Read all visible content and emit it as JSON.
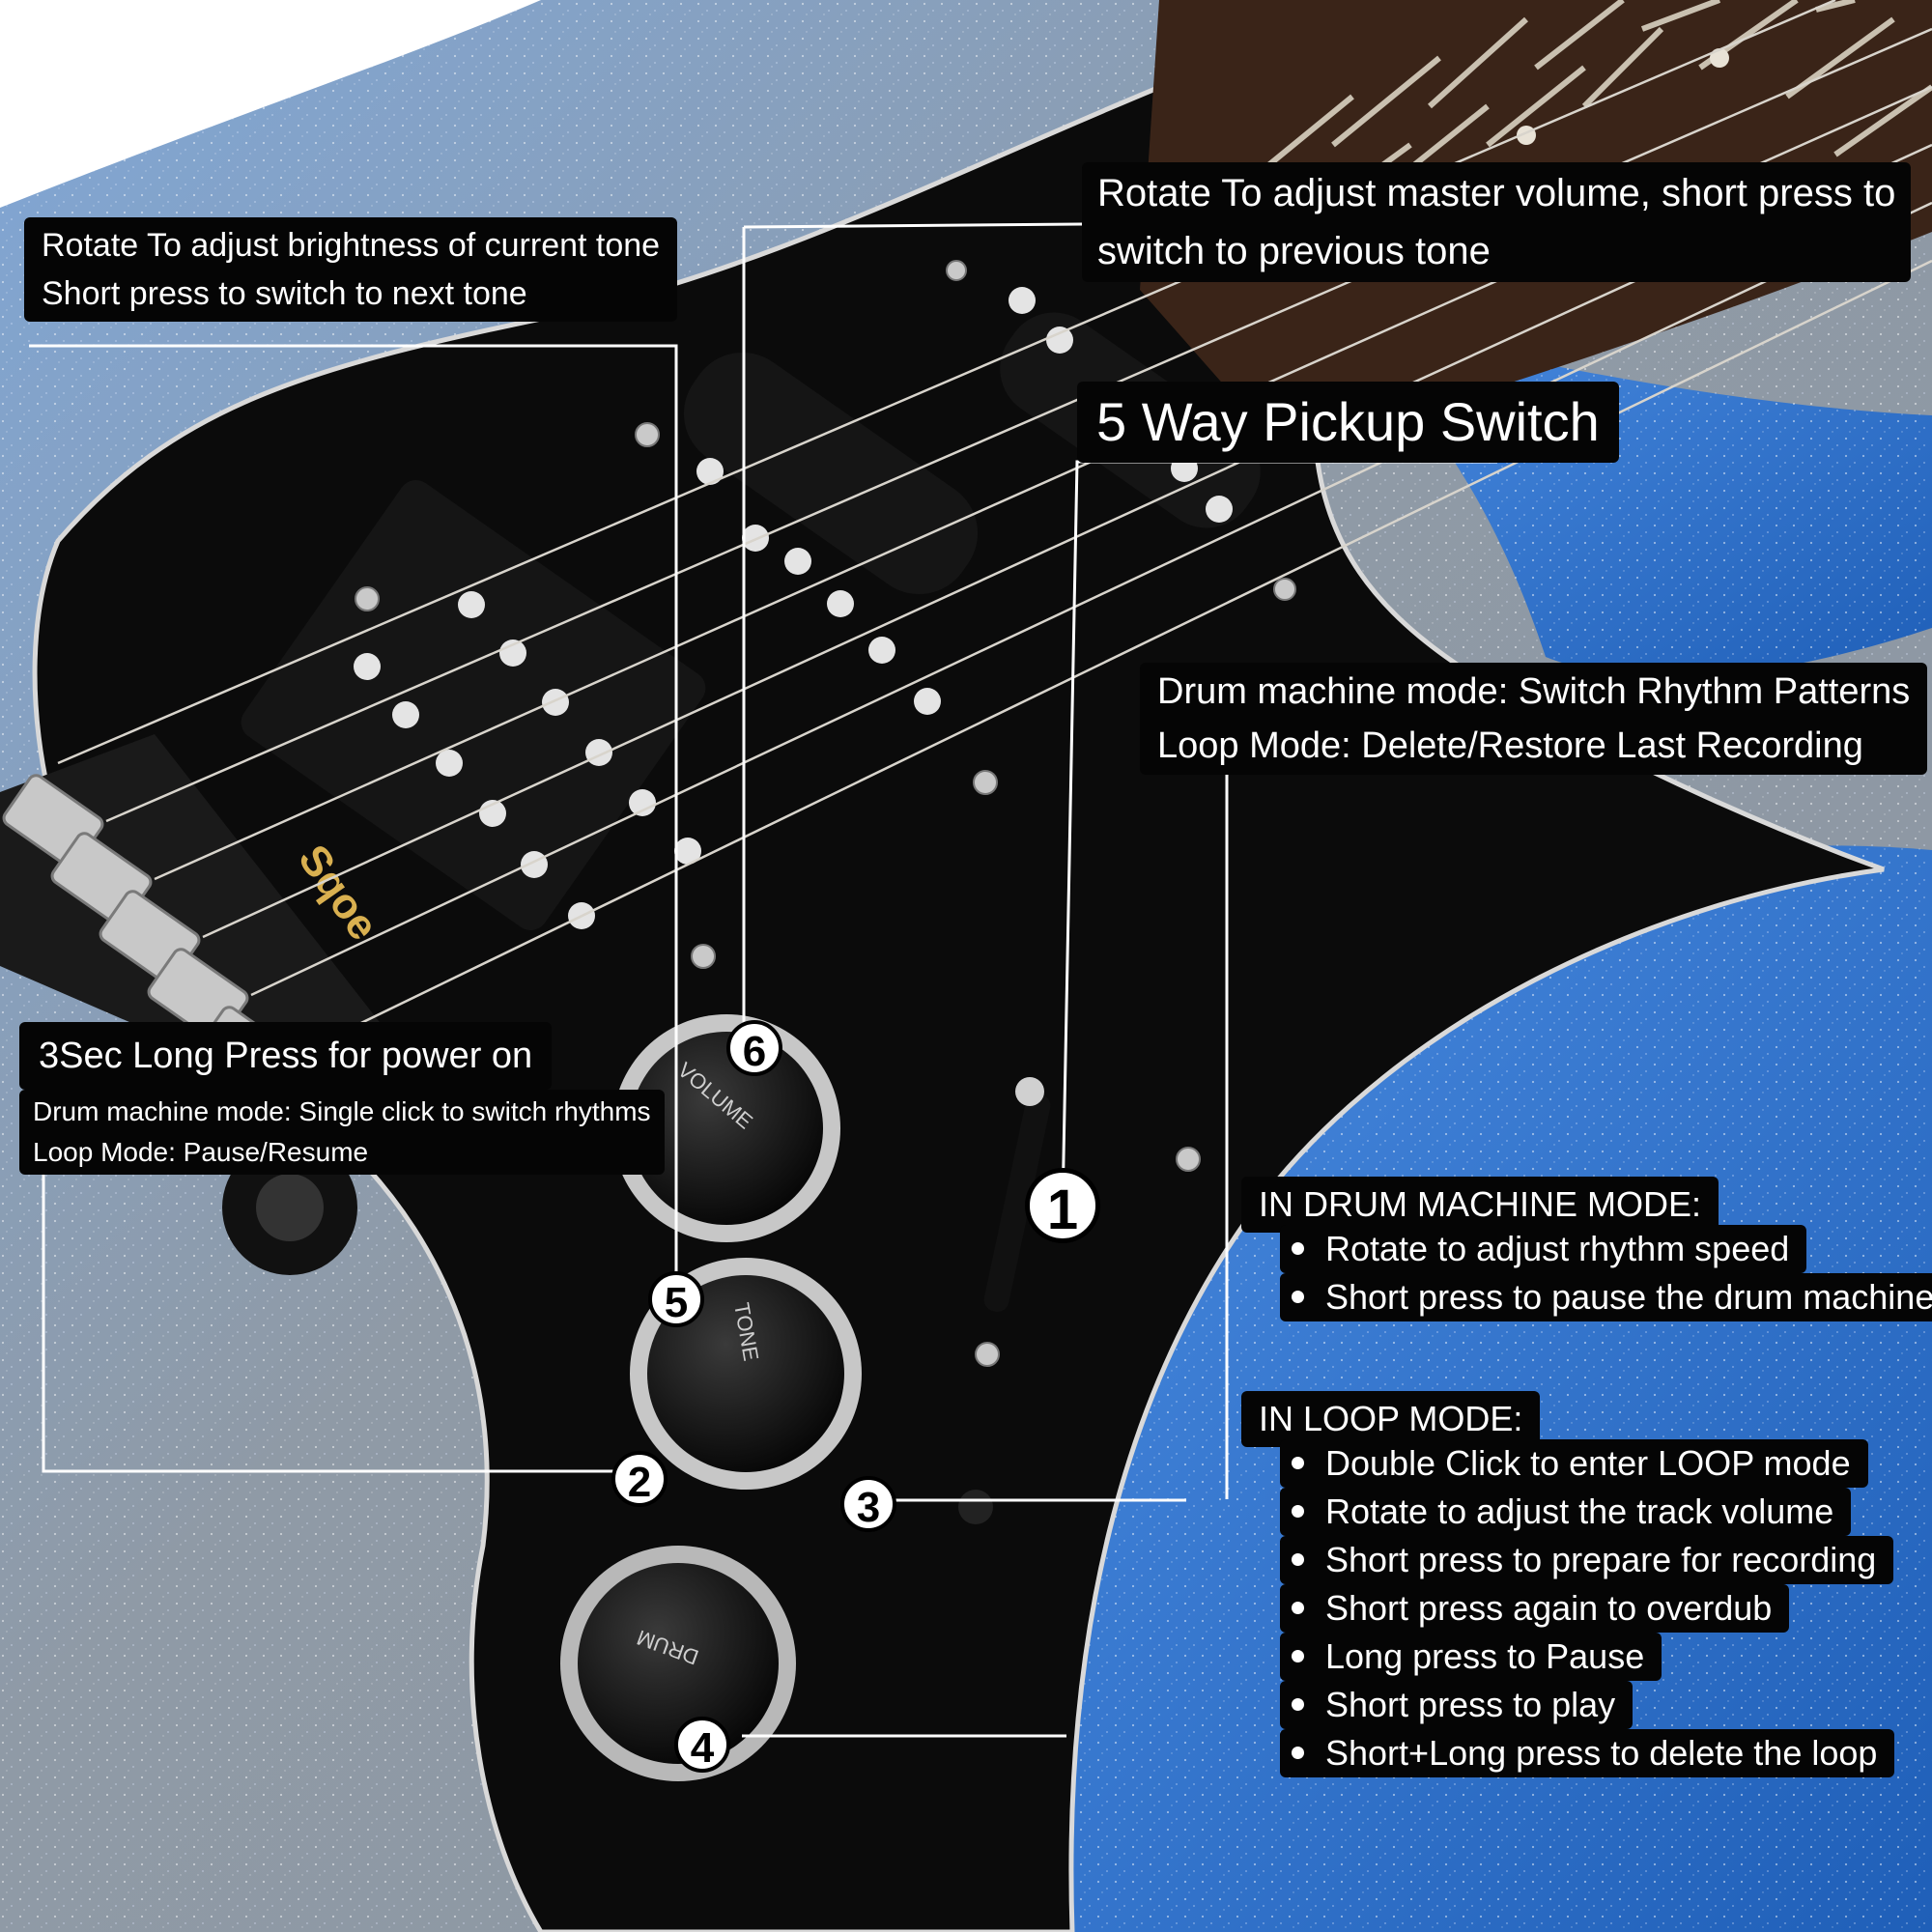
{
  "labels": {
    "brightness_line1": "Rotate To adjust brightness of current tone",
    "brightness_line2": "Short press to switch to next tone",
    "master_line1": "Rotate To adjust master volume, short press to",
    "master_line2": "switch to previous tone",
    "pickup_switch": "5 Way Pickup Switch",
    "drum_line1": "Drum machine mode: Switch Rhythm Patterns",
    "drum_line2": "Loop Mode: Delete/Restore Last Recording",
    "power_on": "3Sec Long Press for power on",
    "single_click_line1": "Drum machine mode: Single click to switch rhythms",
    "single_click_line2": "Loop Mode: Pause/Resume"
  },
  "drum_machine_mode": {
    "heading": "IN DRUM MACHINE MODE:",
    "items": [
      "Rotate to adjust rhythm speed",
      "Short press to pause the drum machine"
    ]
  },
  "loop_mode": {
    "heading": "IN LOOP MODE:",
    "items": [
      "Double Click to enter LOOP mode",
      "Rotate to adjust the track volume",
      "Short press to prepare for recording",
      "Short press again to overdub",
      "Long press to Pause",
      "Short press to play",
      "Short+Long press to delete the loop"
    ]
  },
  "badges": [
    "1",
    "2",
    "3",
    "4",
    "5",
    "6"
  ],
  "knobs": {
    "volume": "VOLUME",
    "tone": "TONE",
    "drum": "DRUM"
  },
  "brand_mark": "Sqoe",
  "colors": {
    "body_blue": "#3a78c9",
    "pickguard": "#0a0a0a",
    "label_bg": "#050505",
    "fretboard": "#3a2418"
  }
}
